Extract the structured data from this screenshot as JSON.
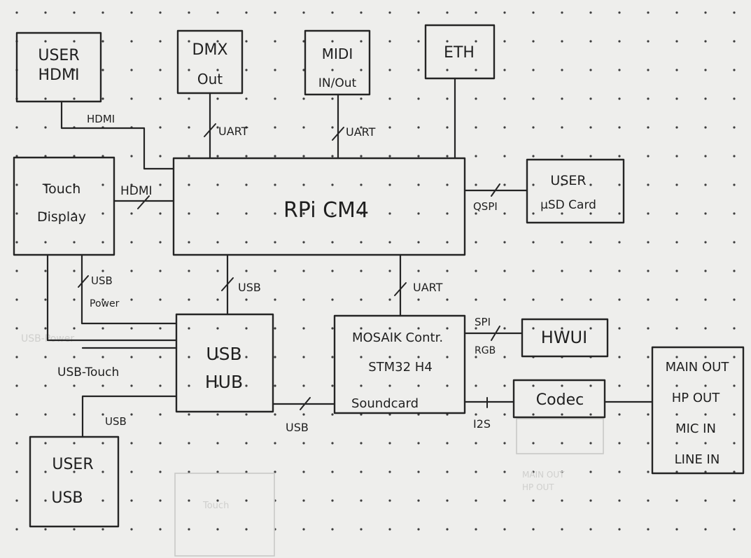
{
  "blocks": {
    "user_hdmi": [
      "USER",
      "HDMI"
    ],
    "dmx": [
      "DMX",
      "Out"
    ],
    "midi": [
      "MIDI",
      "IN/Out"
    ],
    "eth": [
      "ETH"
    ],
    "rpi": [
      "RPi CM4"
    ],
    "user_sd": [
      "USER",
      "µSD Card"
    ],
    "touch_display": [
      "Touch",
      "Display"
    ],
    "usb_hub": [
      "USB",
      "HUB"
    ],
    "mosaik": [
      "MOSAIK Contr.",
      "STM32 H4",
      "Soundcard"
    ],
    "hwui": [
      "HWUI"
    ],
    "codec": [
      "Codec"
    ],
    "audio_io": [
      "MAIN OUT",
      "HP OUT",
      "MIC IN",
      "LINE IN"
    ],
    "user_usb": [
      "USER",
      "USB"
    ]
  },
  "links": {
    "hdmi_user": "HDMI",
    "uart_dmx": "UART",
    "uart_midi": "UART",
    "hdmi_display": "HDMI",
    "qspi": "QSPI",
    "usb_hub_rpi": "USB",
    "uart_mosaik": "UART",
    "usb_power": [
      "USB",
      "Power"
    ],
    "usb_touch": "USB-Touch",
    "usb_user": "USB",
    "usb_mosaik": "USB",
    "spi": "SPI",
    "rgb": "RGB",
    "i2s": "I2S"
  }
}
